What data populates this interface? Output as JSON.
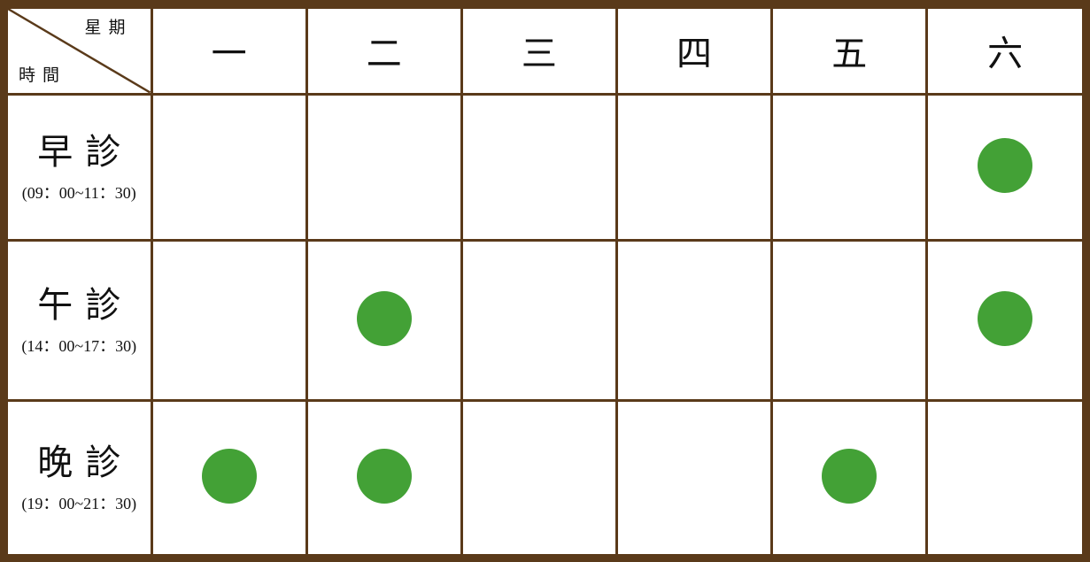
{
  "header": {
    "corner_week_label": "星期",
    "corner_time_label": "時間",
    "days": [
      "一",
      "二",
      "三",
      "四",
      "五",
      "六"
    ]
  },
  "slots": [
    {
      "name": "早診",
      "hours": "(09：00~11：30)",
      "open": [
        false,
        false,
        false,
        false,
        false,
        true
      ]
    },
    {
      "name": "午診",
      "hours": "(14：00~17：30)",
      "open": [
        false,
        true,
        false,
        false,
        false,
        true
      ]
    },
    {
      "name": "晚診",
      "hours": "(19：00~21：30)",
      "open": [
        true,
        true,
        false,
        false,
        true,
        false
      ]
    }
  ],
  "colors": {
    "frame": "#5a3a1a",
    "open_dot": "#43a136",
    "background": "#ffffff"
  },
  "icons": {
    "open_marker": "green-dot-icon"
  }
}
